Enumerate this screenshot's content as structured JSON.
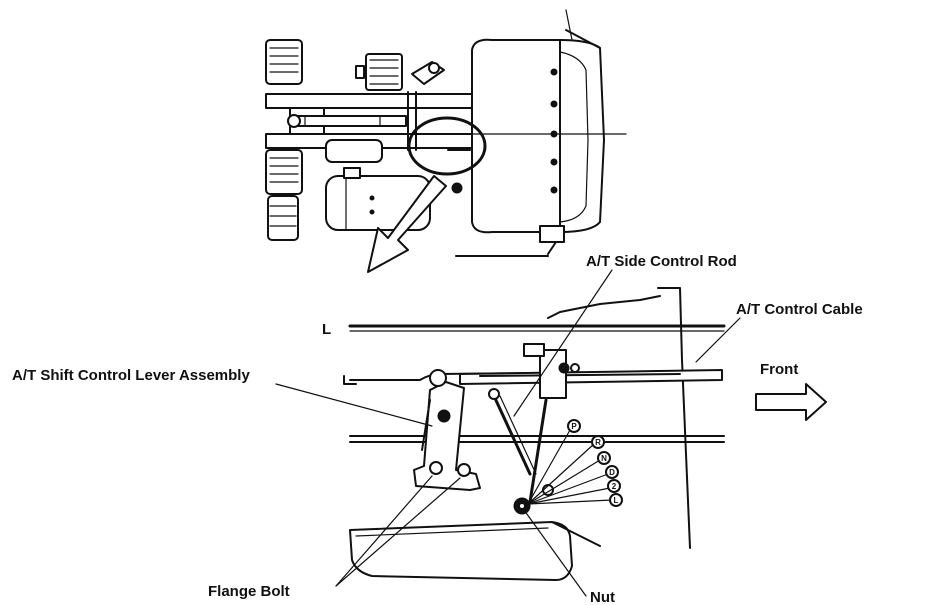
{
  "labels": {
    "side_control_rod": "A/T Side Control Rod",
    "control_cable": "A/T Control Cable",
    "front": "Front",
    "shift_lever_assembly": "A/T Shift Control Lever Assembly",
    "flange_bolt": "Flange Bolt",
    "nut": "Nut",
    "left_marker": "L"
  },
  "positions": [
    "P",
    "R",
    "N",
    "D",
    "2",
    "L"
  ]
}
